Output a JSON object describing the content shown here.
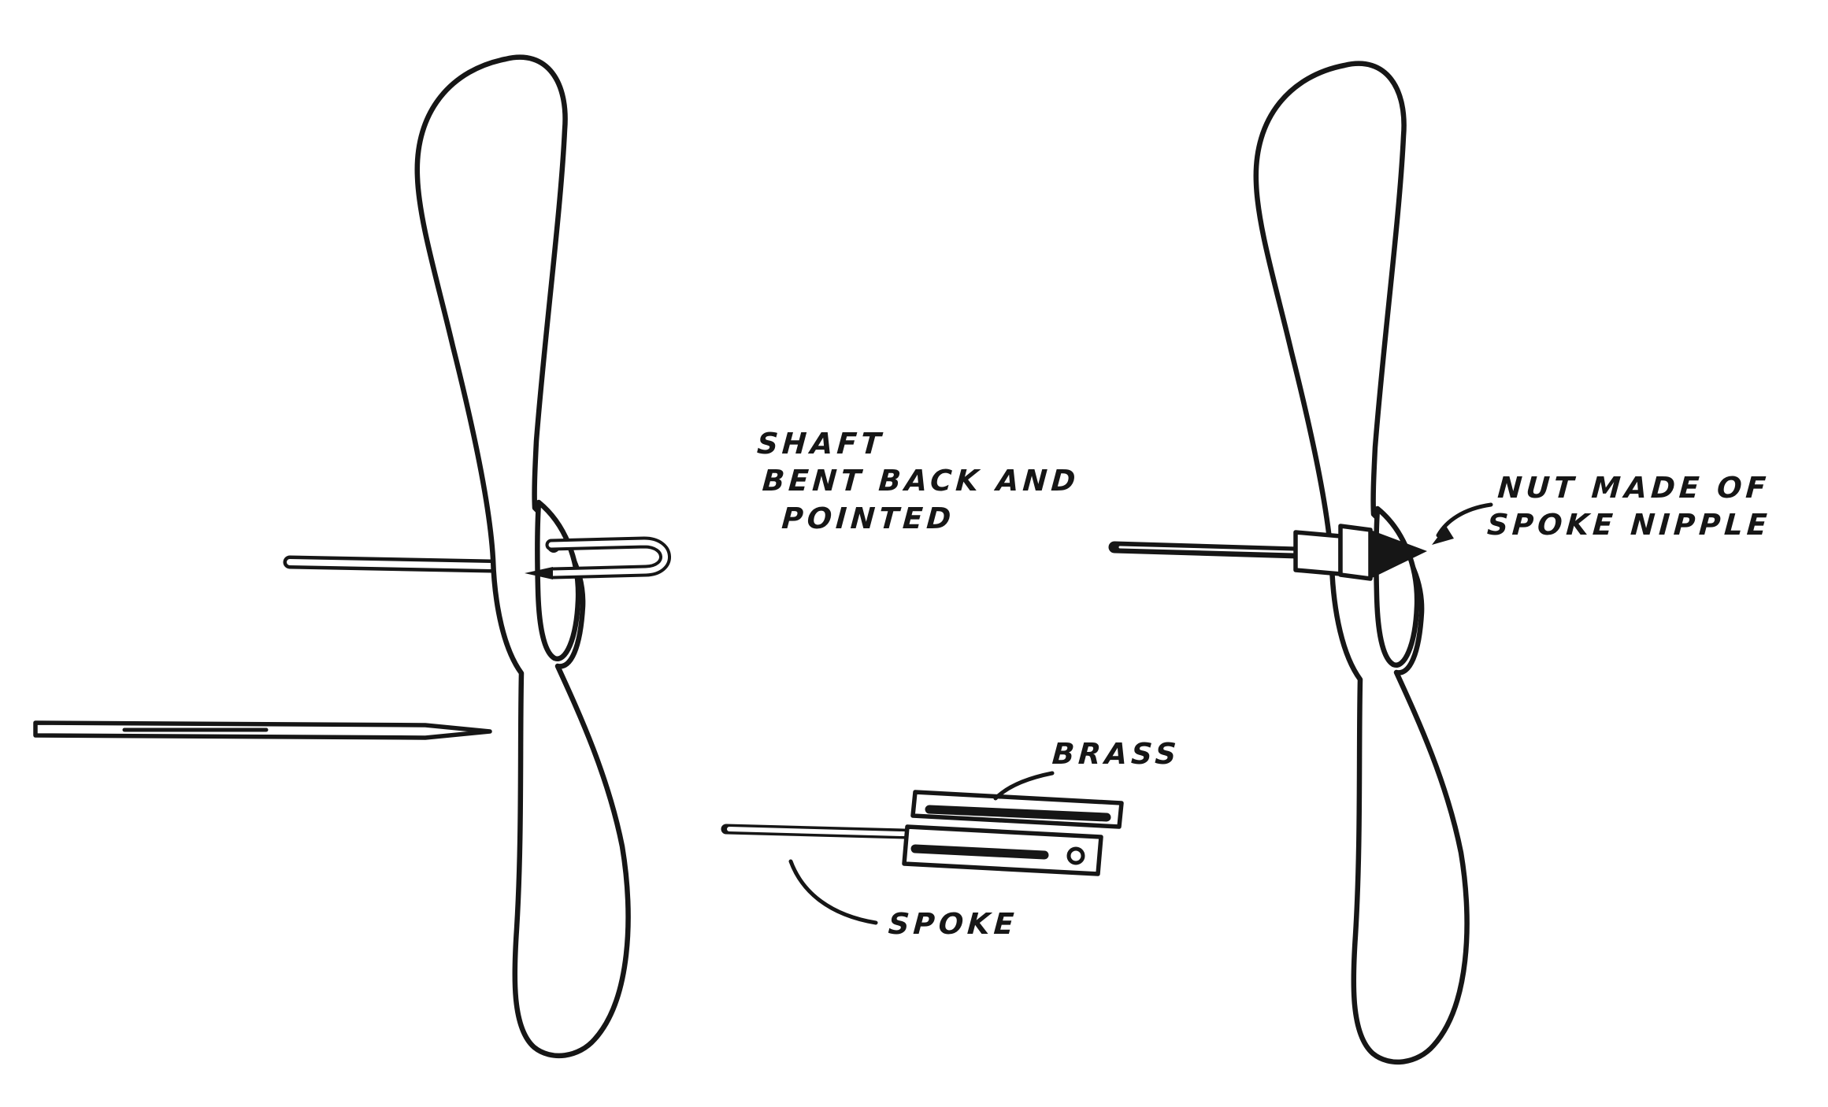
{
  "page": {
    "background": "#ffffff",
    "ink": "#161616"
  },
  "labels": {
    "shaft_note": {
      "line1": "SHAFT",
      "line2": "BENT BACK AND",
      "line3": "POINTED"
    },
    "brass_label": "BRASS",
    "spoke_label": "SPOKE",
    "nut_note": {
      "line1": "NUT MADE OF",
      "line2": "SPOKE NIPPLE"
    }
  }
}
